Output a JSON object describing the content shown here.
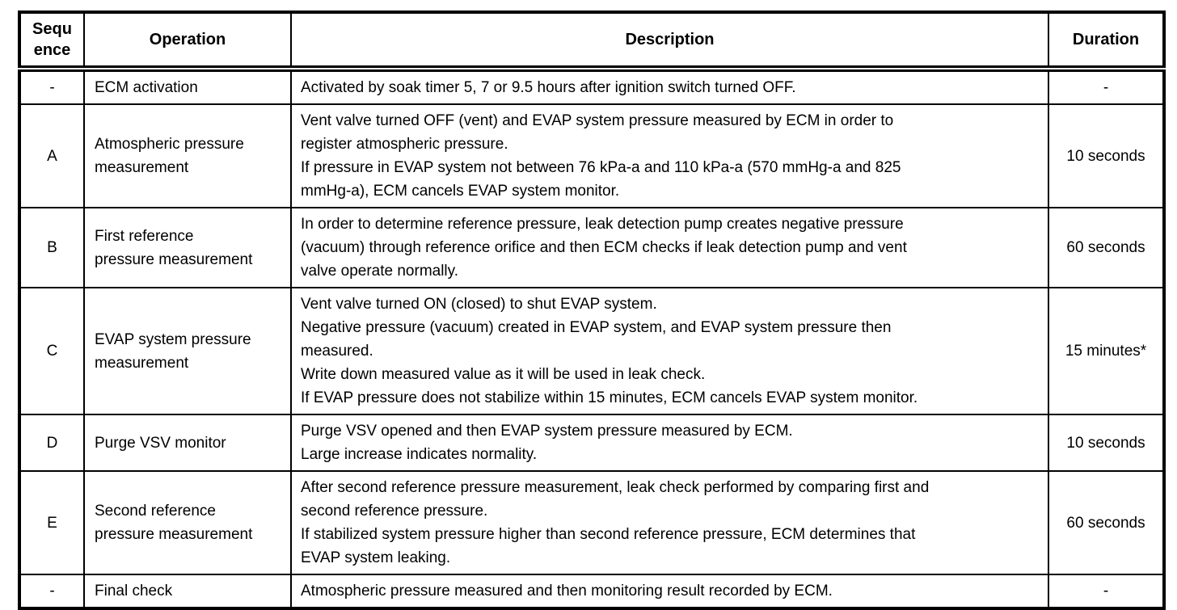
{
  "colors": {
    "border": "#000000",
    "background": "#ffffff",
    "text": "#000000"
  },
  "table": {
    "columns": [
      {
        "key": "sequence",
        "label": "Sequ\nence"
      },
      {
        "key": "operation",
        "label": "Operation"
      },
      {
        "key": "description",
        "label": "Description"
      },
      {
        "key": "duration",
        "label": "Duration"
      }
    ],
    "rows": [
      {
        "sequence": "-",
        "operation": "ECM activation",
        "description": "Activated by soak timer 5, 7 or 9.5 hours after ignition switch turned OFF.",
        "duration": "-"
      },
      {
        "sequence": "A",
        "operation": "Atmospheric pressure\nmeasurement",
        "description": "Vent valve turned OFF (vent) and EVAP system pressure measured by ECM in order to\nregister atmospheric pressure.\nIf pressure in EVAP system not between 76 kPa-a and 110 kPa-a (570 mmHg-a and 825\nmmHg-a), ECM cancels EVAP system monitor.",
        "duration": "10 seconds"
      },
      {
        "sequence": "B",
        "operation": "First reference\npressure measurement",
        "description": "In order to determine reference pressure, leak detection pump creates negative pressure\n(vacuum) through reference orifice and then ECM checks if leak detection pump and vent\nvalve operate normally.",
        "duration": "60 seconds"
      },
      {
        "sequence": "C",
        "operation": "EVAP system pressure\nmeasurement",
        "description": "Vent valve turned ON (closed) to shut EVAP system.\nNegative pressure (vacuum) created in EVAP system, and EVAP system pressure then\nmeasured.\nWrite down measured value as it will be used in leak check.\nIf EVAP pressure does not stabilize within 15 minutes, ECM cancels EVAP system monitor.",
        "duration": "15 minutes*"
      },
      {
        "sequence": "D",
        "operation": "Purge VSV monitor",
        "description": "Purge VSV opened and then EVAP system pressure measured by ECM.\nLarge increase indicates normality.",
        "duration": "10 seconds"
      },
      {
        "sequence": "E",
        "operation": "Second reference\npressure measurement",
        "description": "After second reference pressure measurement, leak check performed by comparing first and\nsecond reference pressure.\nIf stabilized system pressure higher than second reference pressure, ECM determines that\nEVAP system leaking.",
        "duration": "60 seconds"
      },
      {
        "sequence": "-",
        "operation": "Final check",
        "description": "Atmospheric pressure measured and then monitoring result recorded by ECM.",
        "duration": "-"
      }
    ]
  }
}
